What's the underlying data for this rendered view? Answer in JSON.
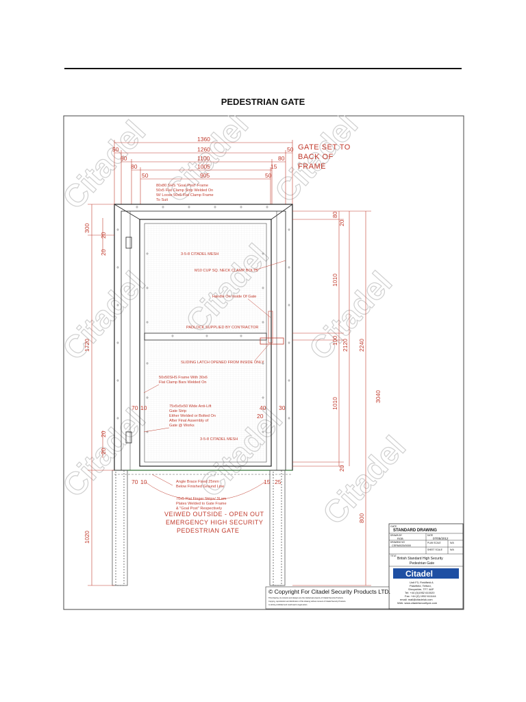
{
  "header": {
    "title": "PEDESTRIAN GATE"
  },
  "watermark": {
    "text": "Citadel"
  },
  "dimensions": {
    "d1360": "1360",
    "d1260": "1260",
    "d1100": "1100",
    "d1005": "1005",
    "d905": "905",
    "d50a": "50",
    "d50b": "50",
    "d80a": "80",
    "d80b": "80",
    "d80c": "80",
    "d15": "15",
    "d50c": "50",
    "d50d": "50",
    "d300": "300",
    "d1720": "1720",
    "d1020": "1020",
    "d20a": "20",
    "d20b": "20",
    "d20c": "20",
    "d20d": "20",
    "d80r": "80",
    "d20r": "20",
    "d1010a": "1010",
    "d100": "100",
    "d1010b": "1010",
    "d20r2": "20",
    "d2120": "2120",
    "d2240": "2240",
    "d3040": "3040",
    "d800": "800",
    "d70a": "70",
    "d10a": "10",
    "d70b": "70",
    "d10b": "10",
    "d40": "40",
    "d30": "30",
    "d20m": "20",
    "d15b": "15",
    "d25": "25"
  },
  "notes": {
    "gate_set_1": "GATE SET TO",
    "gate_set_2": "BACK OF",
    "gate_set_3": "FRAME",
    "goal_1": "80x80 SHS \"Goal Post\" Frame",
    "goal_2": "50x5 Flat Clamp Strip Welded On",
    "goal_3": "W/ Loose 50x5 Flat Clamp Frame",
    "goal_4": "To Suit",
    "mesh_top": "3-5-8 CITADEL MESH",
    "bolts": "M10 CUP SQ. NECK CLAMP BOLTS",
    "handle": "Handle On Inside Of Gate",
    "padlock": "PADLOCK SUPPLIED BY CONTRACTOR",
    "latch": "SLIDING LATCH OPENED FROM INSIDE ONLY",
    "frame_1": "50x50SHS Frame With 30x6",
    "frame_2": "Flat Clamp Bars Welded On",
    "antilift_1": "75x5x5x50 Wide Anti-Lift",
    "antilift_2": "Gate Strip",
    "antilift_3": "Either Welded or Bolted On",
    "antilift_4": "After Final Assembly of",
    "antilift_5": "Gate @ Works",
    "mesh_bottom": "3-5-8 CITADEL MESH",
    "brace_1": "Angle Brace Fixed 25mm",
    "brace_2": "Below Finished Ground Line",
    "strips_1": "70x5 Flat Finger Strips/ 3Lam",
    "strips_2": "Plates Welded to Gate Frame",
    "strips_3": "& \"Goal Post\" Respectively",
    "view_1": "VEIWED OUTSIDE - OPEN OUT",
    "view_2": "EMERGENCY HIGH SECURITY",
    "view_3": "PEDESTRIAN GATE"
  },
  "title_block": {
    "gate_label": "GATE",
    "standard": "STANDARD DRAWING",
    "drawn_label": "DRAWN BY",
    "drawn_value": "RGB",
    "date_label": "DATE",
    "date_value": "07/05/2012",
    "drawing_label": "DRAWING NO",
    "drawing_value": "CSPA0025/0000",
    "plan_scale": "PLAN SCALE",
    "sheet_scale": "SHEET SCALE",
    "na1": "N/A",
    "na2": "N/A",
    "title_label": "TITLE",
    "title_1": "British Standard High Security",
    "title_2": "Pedestrian Gate",
    "brand": "Citadel",
    "addr_1": "Unit F3, Fieldfield A",
    "addr_2": "Pakefield, Telford,",
    "addr_3": "Shropshire, TF7 4AP",
    "tel": "Tel: +44 (0)1952 610020",
    "fax": "Fax: +44 (0) 1952 611144",
    "email": "email: mail@citadeluk.com",
    "web": "Web: www.citadelsecurityuk.com"
  },
  "copyright": {
    "line": "© Copyright For Citadel Security Products LTD.",
    "fine_1": "This drawing, its contents and designs are the intellectual property of Citadel Security Products.",
    "fine_2": "Copying, reproduction and distribution of this drawing without consent of Citadel Security Products",
    "fine_3": "is strictly prohibited and could lead to legal action."
  }
}
